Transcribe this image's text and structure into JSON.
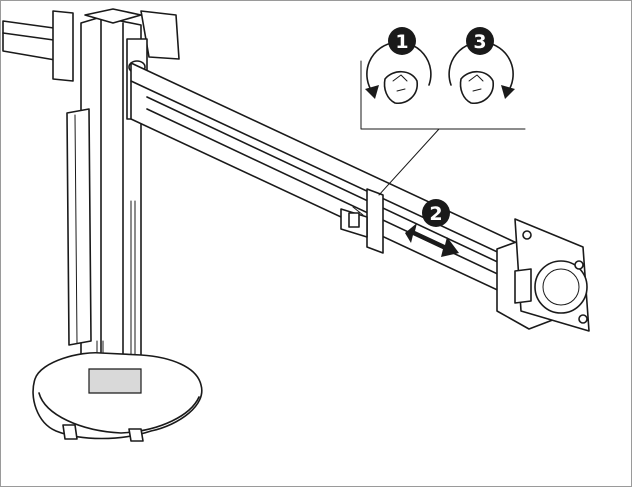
{
  "diagram": {
    "steps": [
      {
        "label": "1",
        "action": "loosen-knob",
        "rotation": "counter-clockwise"
      },
      {
        "label": "2",
        "action": "slide-arm",
        "rotation": "linear"
      },
      {
        "label": "3",
        "action": "tighten-knob",
        "rotation": "clockwise"
      }
    ],
    "icons": [
      "hand-rotate-ccw-icon",
      "hand-rotate-cw-icon",
      "double-arrow-icon"
    ],
    "colors": {
      "ink": "#1a1a1a",
      "paper": "#ffffff",
      "shade": "#d9d9d9"
    }
  }
}
